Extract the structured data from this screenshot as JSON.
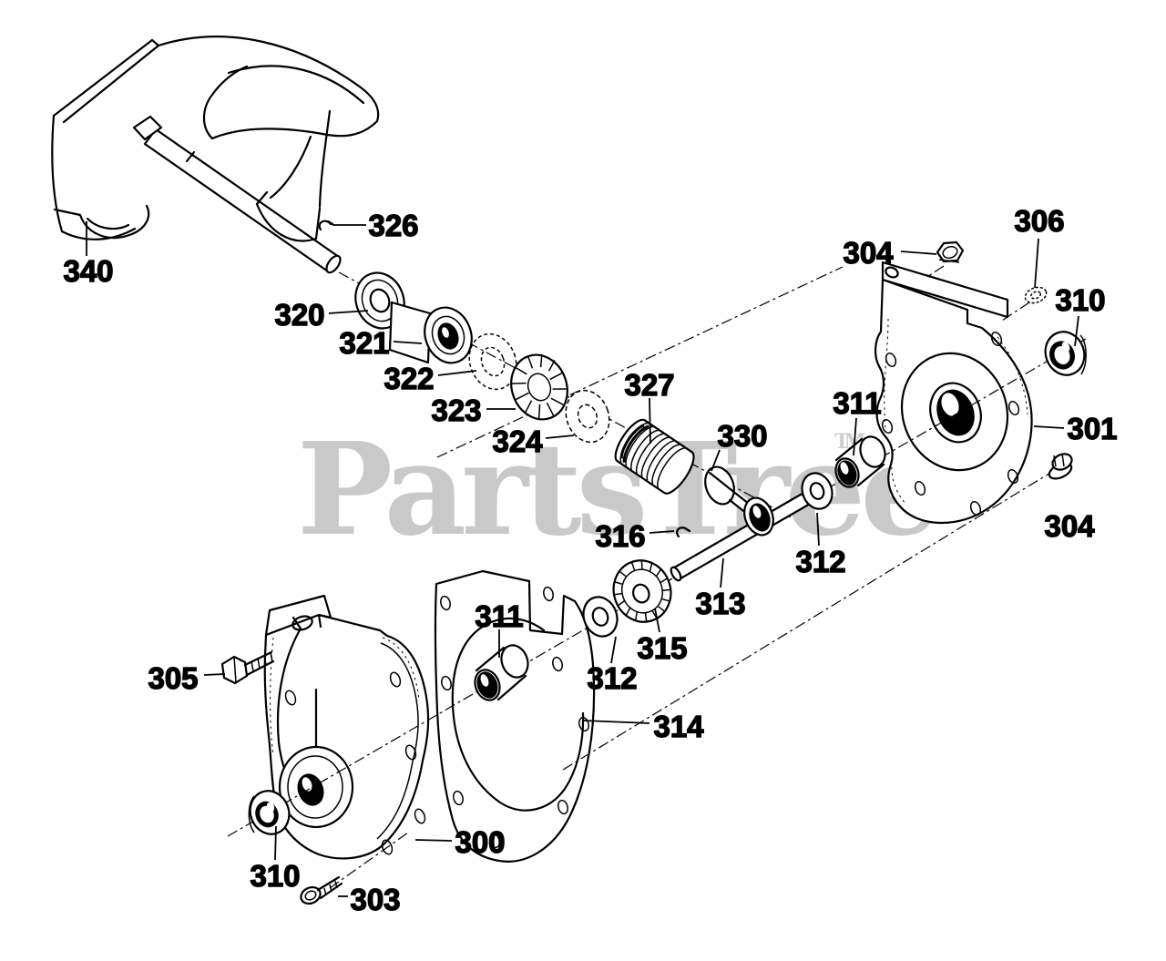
{
  "diagram": {
    "watermark": {
      "text": "PartsTree",
      "tm": "TM",
      "color": "#c9c9c9"
    },
    "colors": {
      "line": "#000000",
      "background": "#ffffff",
      "label": "#000000"
    },
    "callouts": [
      {
        "part": "340",
        "target": "auger-assembly"
      },
      {
        "part": "326",
        "target": "retaining-clip"
      },
      {
        "part": "320",
        "target": "flange-bearing"
      },
      {
        "part": "321",
        "target": "bearing-retainer"
      },
      {
        "part": "322",
        "target": "washer"
      },
      {
        "part": "323",
        "target": "lock-washer"
      },
      {
        "part": "324",
        "target": "washer"
      },
      {
        "part": "327",
        "target": "worm-gear"
      },
      {
        "part": "330",
        "target": "spacer"
      },
      {
        "part": "306",
        "target": "washer-top-right"
      },
      {
        "part": "304",
        "target": "hex-nut-top"
      },
      {
        "part": "310",
        "target": "bearing-right"
      },
      {
        "part": "301",
        "target": "gear-case-right-half"
      },
      {
        "part": "311",
        "target": "bushing-right"
      },
      {
        "part": "304",
        "target": "hex-nut-bottom-right"
      },
      {
        "part": "316",
        "target": "retaining-clip-shaft"
      },
      {
        "part": "312",
        "target": "washer-right"
      },
      {
        "part": "313",
        "target": "gear-shaft"
      },
      {
        "part": "311",
        "target": "bushing-left"
      },
      {
        "part": "315",
        "target": "pinion-gear"
      },
      {
        "part": "312",
        "target": "washer-left"
      },
      {
        "part": "314",
        "target": "gasket"
      },
      {
        "part": "305",
        "target": "bolt"
      },
      {
        "part": "300",
        "target": "gear-case-left-half"
      },
      {
        "part": "310",
        "target": "bearing-bottom"
      },
      {
        "part": "303",
        "target": "screw"
      }
    ]
  }
}
